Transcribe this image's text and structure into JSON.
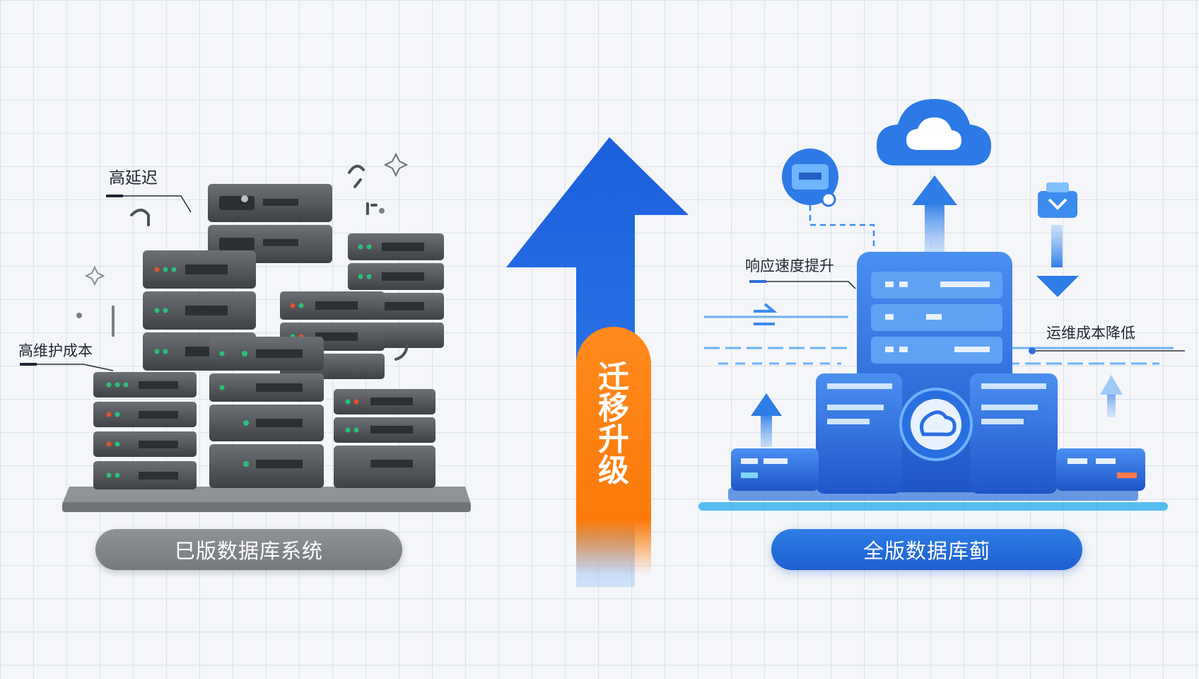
{
  "labels": {
    "high_latency": "高延迟",
    "high_maintenance_cost": "高维护成本",
    "response_speed_up": "响应速度提升",
    "ops_cost_down": "运维成本降低"
  },
  "old_system": {
    "label": "巳版数据库系统"
  },
  "new_system": {
    "label": "全版数据库蓟"
  },
  "migration": {
    "chars": [
      "迁",
      "移",
      "升",
      "级"
    ]
  },
  "colors": {
    "old_gray": "#5f6266",
    "new_blue": "#1f6fe0",
    "migrate_orange": "#fb7a0a",
    "arrow_blue": "#1d63de"
  },
  "icons": {
    "cloud": "cloud-icon",
    "database": "database-icon",
    "download": "download-icon",
    "sparkle": "sparkle-icon",
    "link": "link-icon"
  }
}
